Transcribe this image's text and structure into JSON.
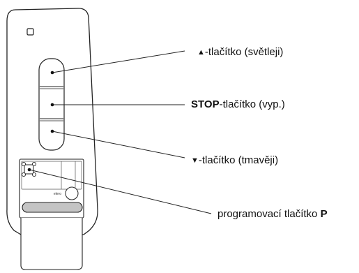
{
  "labels": {
    "up": {
      "symbol": "▲",
      "text": "-tlačítko (světleji)"
    },
    "stop": {
      "bold": "STOP",
      "text": "-tlačítko (vyp.)"
    },
    "down": {
      "symbol": "▼",
      "text": "-tlačítko (tmavěji)"
    },
    "program": {
      "text": "programovací tlačítko ",
      "bold": "P"
    }
  },
  "device": {
    "brand_mark": "elero"
  }
}
